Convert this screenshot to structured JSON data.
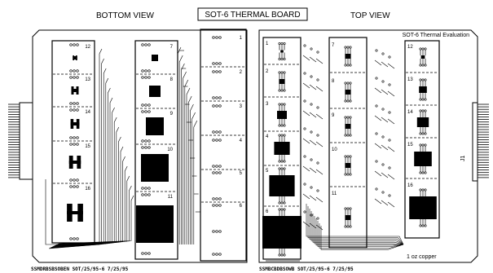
{
  "title": "SOT-6 THERMAL BOARD",
  "bottom_view": {
    "label": "BOTTOM VIEW",
    "col_a_numbers": [
      "12",
      "13",
      "14",
      "15",
      "16"
    ],
    "col_b_numbers": [
      "7",
      "8",
      "9",
      "10",
      "11"
    ],
    "col_c_numbers": [
      "1",
      "2",
      "3",
      "4",
      "5",
      "6"
    ],
    "footer": "SSMDRBSBSOBEN SOT/25/95-6 7/25/95"
  },
  "top_view": {
    "label": "TOP VIEW",
    "board_text": "SOT-6  Thermal Evaluation",
    "col_a_numbers": [
      "1",
      "2",
      "3",
      "4",
      "5",
      "6"
    ],
    "col_b_numbers": [
      "7",
      "8",
      "9",
      "10",
      "11"
    ],
    "col_c_numbers": [
      "12",
      "13",
      "14",
      "15",
      "16"
    ],
    "copper_note": "1 oz copper",
    "connector_label": "J1",
    "footer": "SSMBCBDBSOWB SOT/25/95-6 7/25/95"
  }
}
